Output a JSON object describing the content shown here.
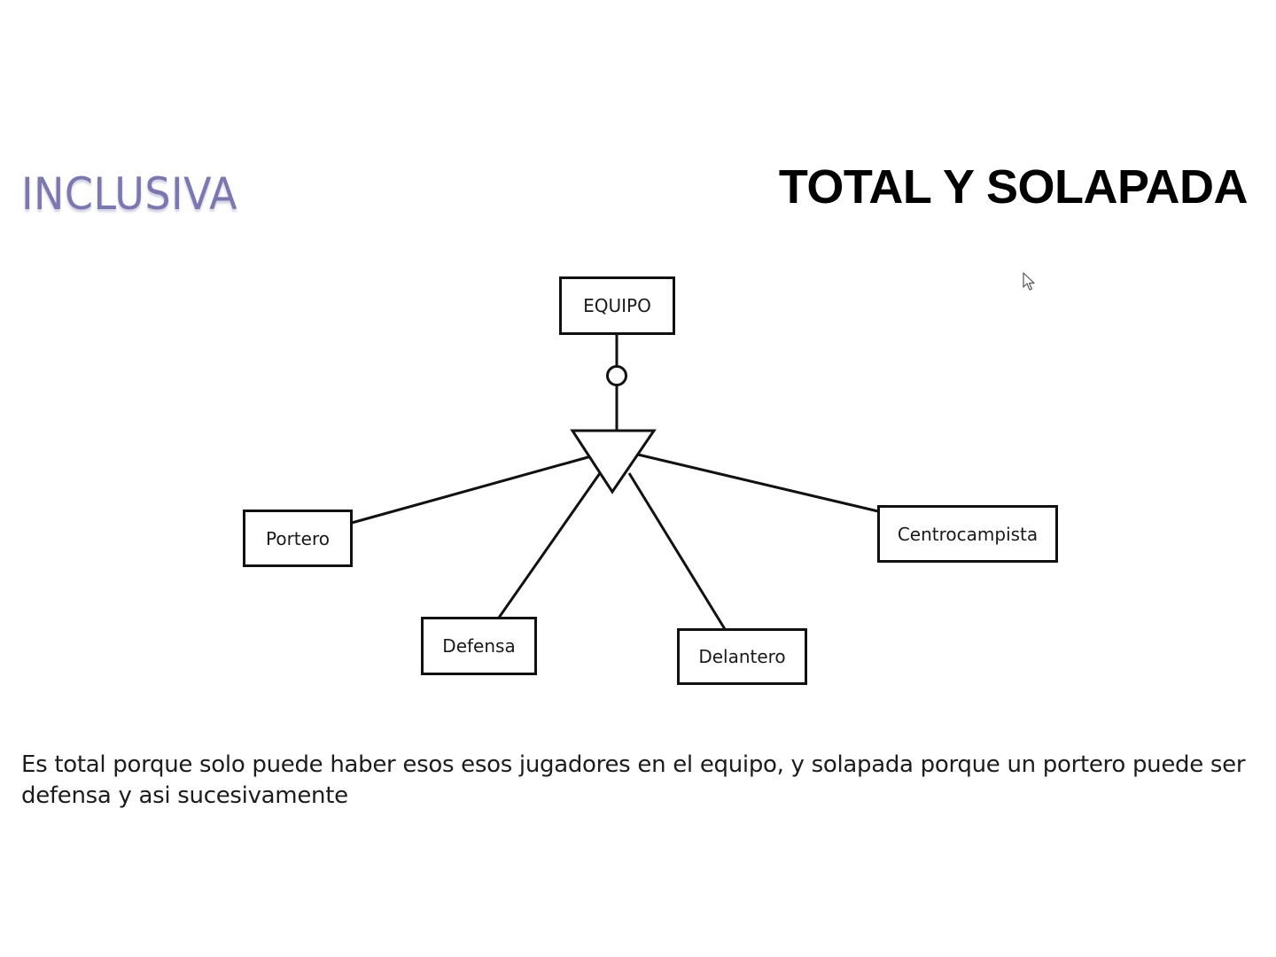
{
  "slide": {
    "left_title": "INCLUSIVA",
    "right_title": "TOTAL Y SOLAPADA",
    "description": "Es total porque solo puede haber esos esos jugadores en el equipo, y solapada porque un portero puede ser defensa y asi sucesivamente"
  },
  "diagram": {
    "type": "ER generalization/specialization",
    "superclass": {
      "label": "EQUIPO"
    },
    "connector": {
      "symbol": "circle",
      "specialization_symbol": "inverted-triangle"
    },
    "subclasses": [
      {
        "label": "Portero"
      },
      {
        "label": "Defensa"
      },
      {
        "label": "Delantero"
      },
      {
        "label": "Centrocampista"
      }
    ]
  },
  "colors": {
    "left_title": "#7b78b0",
    "right_title": "#000000",
    "diagram_stroke": "#111111",
    "text": "#1c1c1c",
    "background": "#ffffff"
  }
}
